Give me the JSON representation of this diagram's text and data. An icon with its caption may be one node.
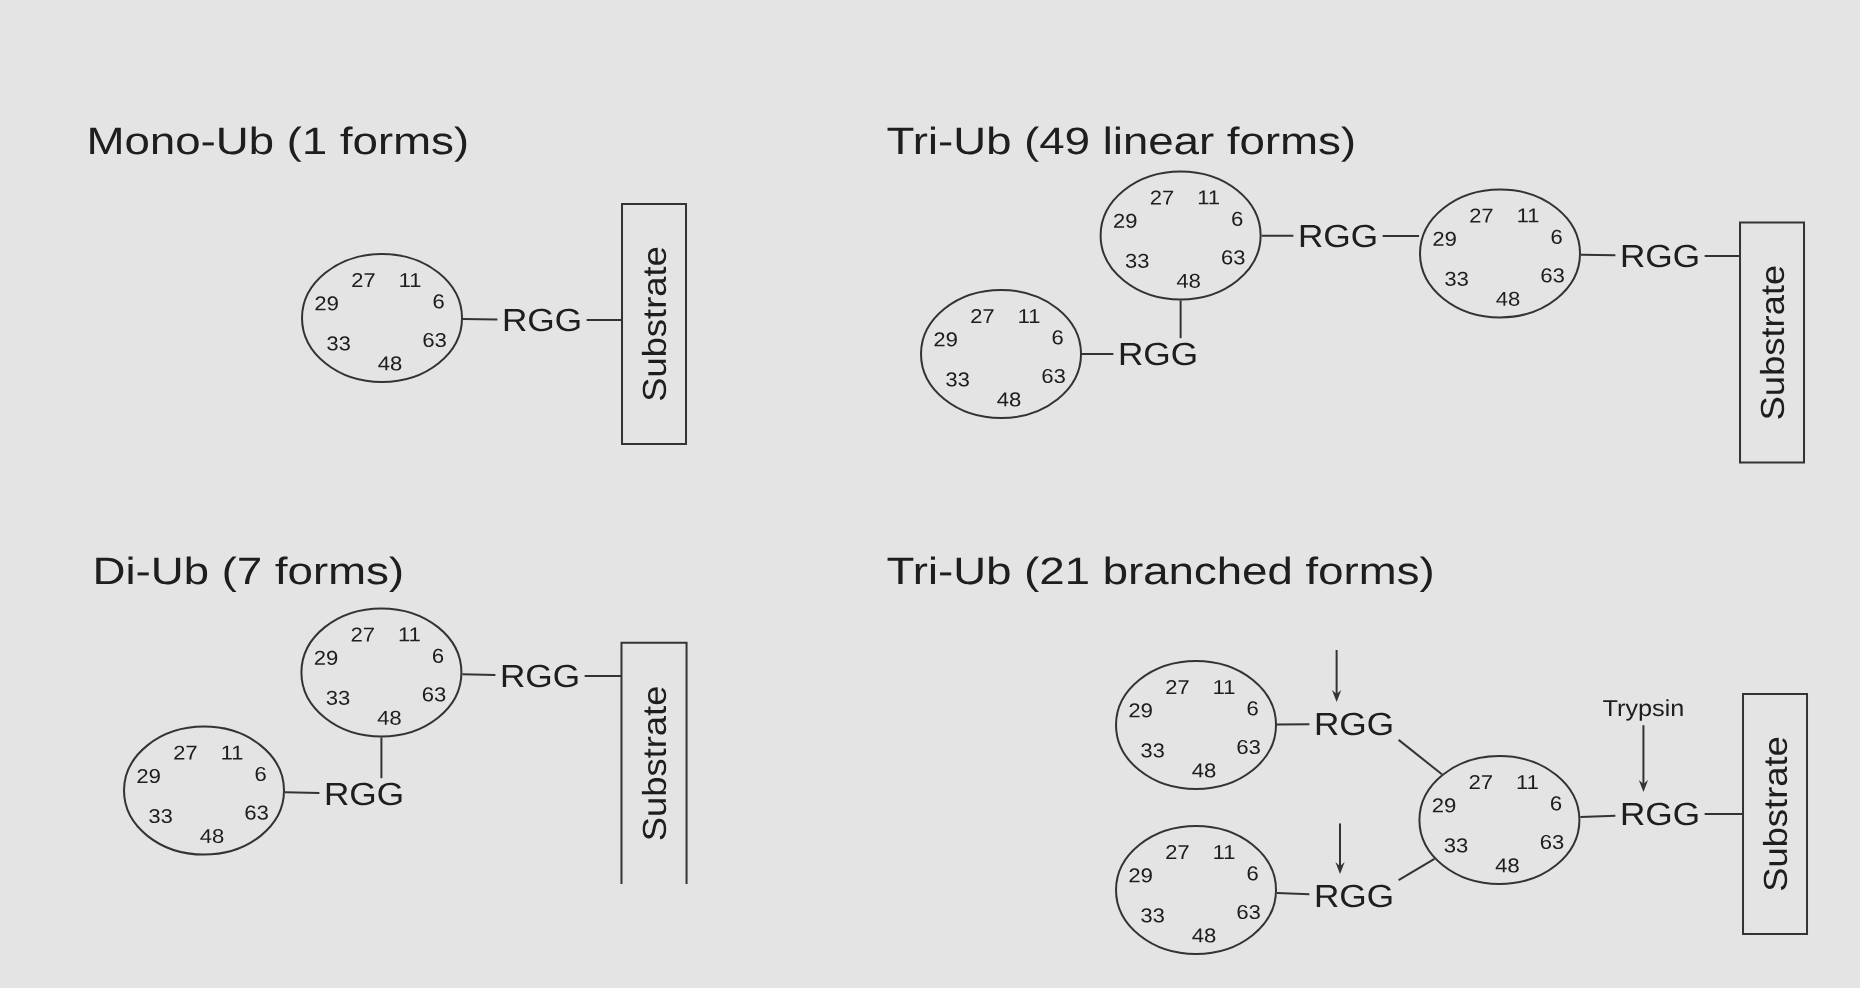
{
  "diagram": {
    "nodes": [
      {
        "text": [
          "27",
          "11",
          "29",
          "6",
          "33",
          "63",
          "48"
        ]
      },
      {
        "text": [
          "RGG"
        ]
      },
      {
        "text": [
          "Substrate"
        ]
      },
      {
        "text": [
          "27",
          "11",
          "29",
          "6",
          "33",
          "63",
          "48"
        ]
      },
      {
        "text": [
          "RGG"
        ]
      },
      {
        "text": [
          "27",
          "11",
          "29",
          "6",
          "33",
          "63",
          "48"
        ]
      },
      {
        "text": [
          "RGG"
        ]
      },
      {
        "text": [
          "Substrate"
        ]
      },
      {
        "text": [
          "27",
          "11",
          "29",
          "6",
          "33",
          "63",
          "48"
        ]
      },
      {
        "text": [
          "RGG"
        ]
      },
      {
        "text": [
          "27",
          "11",
          "29",
          "6",
          "33",
          "63",
          "48"
        ]
      },
      {
        "text": [
          "RGG"
        ]
      },
      {
        "text": [
          "Substrate"
        ]
      },
      {
        "text": [
          "27",
          "11",
          "29",
          "6",
          "33",
          "63",
          "48"
        ]
      },
      {
        "text": [
          "RGG"
        ]
      },
      {
        "text": [
          "27",
          "11",
          "29",
          "6",
          "33",
          "63",
          "48"
        ]
      },
      {
        "text": [
          "RGG"
        ]
      },
      {
        "text": [
          "Trypsin"
        ]
      },
      {
        "text": [
          "27",
          "11",
          "29",
          "6",
          "33",
          "63",
          "48"
        ]
      },
      {
        "text": [
          "RGG"
        ]
      },
      {
        "text": [
          "Substrate"
        ]
      },
      {
        "text": [
          "27",
          "11",
          "29",
          "6",
          "33",
          "63",
          "48"
        ]
      },
      {
        "text": [
          "RGG"
        ]
      }
    ],
    "edges": [
      {
        "from": 0,
        "to": 1,
        "arrow": "none"
      },
      {
        "from": 1,
        "to": 2,
        "arrow": "none"
      },
      {
        "from": 3,
        "to": 4,
        "arrow": "none"
      },
      {
        "from": 4,
        "to": 5,
        "arrow": "none"
      },
      {
        "from": 5,
        "to": 6,
        "arrow": "none"
      },
      {
        "from": 6,
        "to": 7,
        "arrow": "none"
      },
      {
        "from": 8,
        "to": 9,
        "arrow": "none"
      },
      {
        "from": 9,
        "to": 3,
        "arrow": "none"
      },
      {
        "from": 10,
        "to": 11,
        "arrow": "none"
      },
      {
        "from": 11,
        "to": 12,
        "arrow": "none"
      },
      {
        "from": 13,
        "to": 14,
        "arrow": "none"
      },
      {
        "from": 14,
        "to": 10,
        "arrow": "none"
      },
      {
        "from": 15,
        "to": 16,
        "arrow": "none"
      },
      {
        "from": 16,
        "to": 18,
        "arrow": "none"
      },
      {
        "from": 21,
        "to": 22,
        "arrow": "none"
      },
      {
        "from": 22,
        "to": 18,
        "arrow": "none"
      },
      {
        "from": 18,
        "to": 19,
        "arrow": "none"
      },
      {
        "from": 19,
        "to": 20,
        "arrow": "none"
      },
      {
        "from": 17,
        "to": 19,
        "arrow": "to"
      },
      {
        "from": null,
        "to": 16,
        "arrow": "to"
      },
      {
        "from": null,
        "to": 22,
        "arrow": "to"
      }
    ],
    "labels": [
      "Mono-Ub (1 forms)",
      "Tri-Ub (49 linear forms)",
      "Di-Ub (7 forms)",
      "Tri-Ub (21 branched forms)"
    ]
  }
}
